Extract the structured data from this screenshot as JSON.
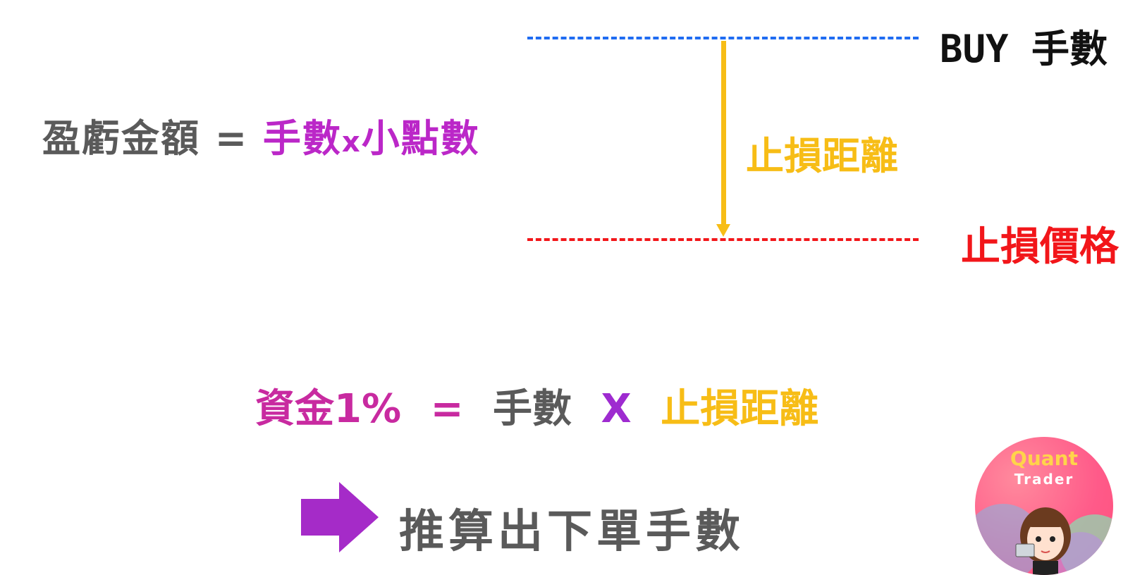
{
  "formula": {
    "lhs": "盈虧金額",
    "equals": "=",
    "rhs_lots": "手數",
    "times": "x",
    "rhs_pip": "小點數"
  },
  "levels": {
    "buy_label": "BUY 手數",
    "distance_label": "止損距離",
    "stop_label": "止損價格",
    "buy_line_color": "#1f6cf2",
    "stop_line_color": "#f2161a",
    "arrow_color": "#f7bd16"
  },
  "equation": {
    "capital": "資金1%",
    "equals": "=",
    "lots": "手數",
    "times": "X",
    "distance": "止損距離"
  },
  "result": {
    "text": "推算出下單手數",
    "arrow_icon": "right-arrow-icon",
    "arrow_color": "#a52bc8"
  },
  "logo": {
    "title": "Quant",
    "subtitle": "Trader"
  }
}
